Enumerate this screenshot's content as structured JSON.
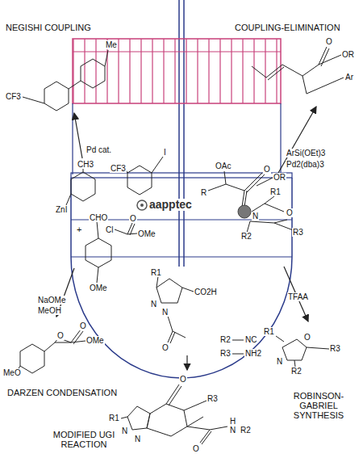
{
  "diagram": {
    "labels": [
      "NEGISHI COUPLING",
      "COUPLING-ELIMINATION",
      "CF3",
      "Me",
      "Ar",
      "O",
      "OR",
      "Pd cat.",
      "CF3",
      "I",
      "CH3",
      "ZnI",
      "ArSi(OEt)3",
      "Pd2(dba)3",
      "OAc",
      "R",
      "O",
      "OR",
      "aapptec",
      "R1",
      "N",
      "O",
      "R2",
      "R3",
      "CHO",
      "OMe",
      "+",
      "Cl",
      "O",
      "OMe",
      "NaOMe",
      "MeOH",
      "TFAA",
      "R1",
      "N",
      "N",
      "CO2H",
      "O",
      "R2",
      "NC",
      "R3",
      "NH2",
      "O",
      "O",
      "OMe",
      "MeO",
      "DARZEN CONDENSATION",
      "R1",
      "N",
      "O",
      "R3",
      "R2",
      "ROBINSON-GABRIEL SYNTHESIS",
      "O",
      "R3",
      "R1",
      "N",
      "N",
      "H",
      "N",
      "R2",
      "O",
      "MODIFIED UGI REACTION"
    ]
  }
}
